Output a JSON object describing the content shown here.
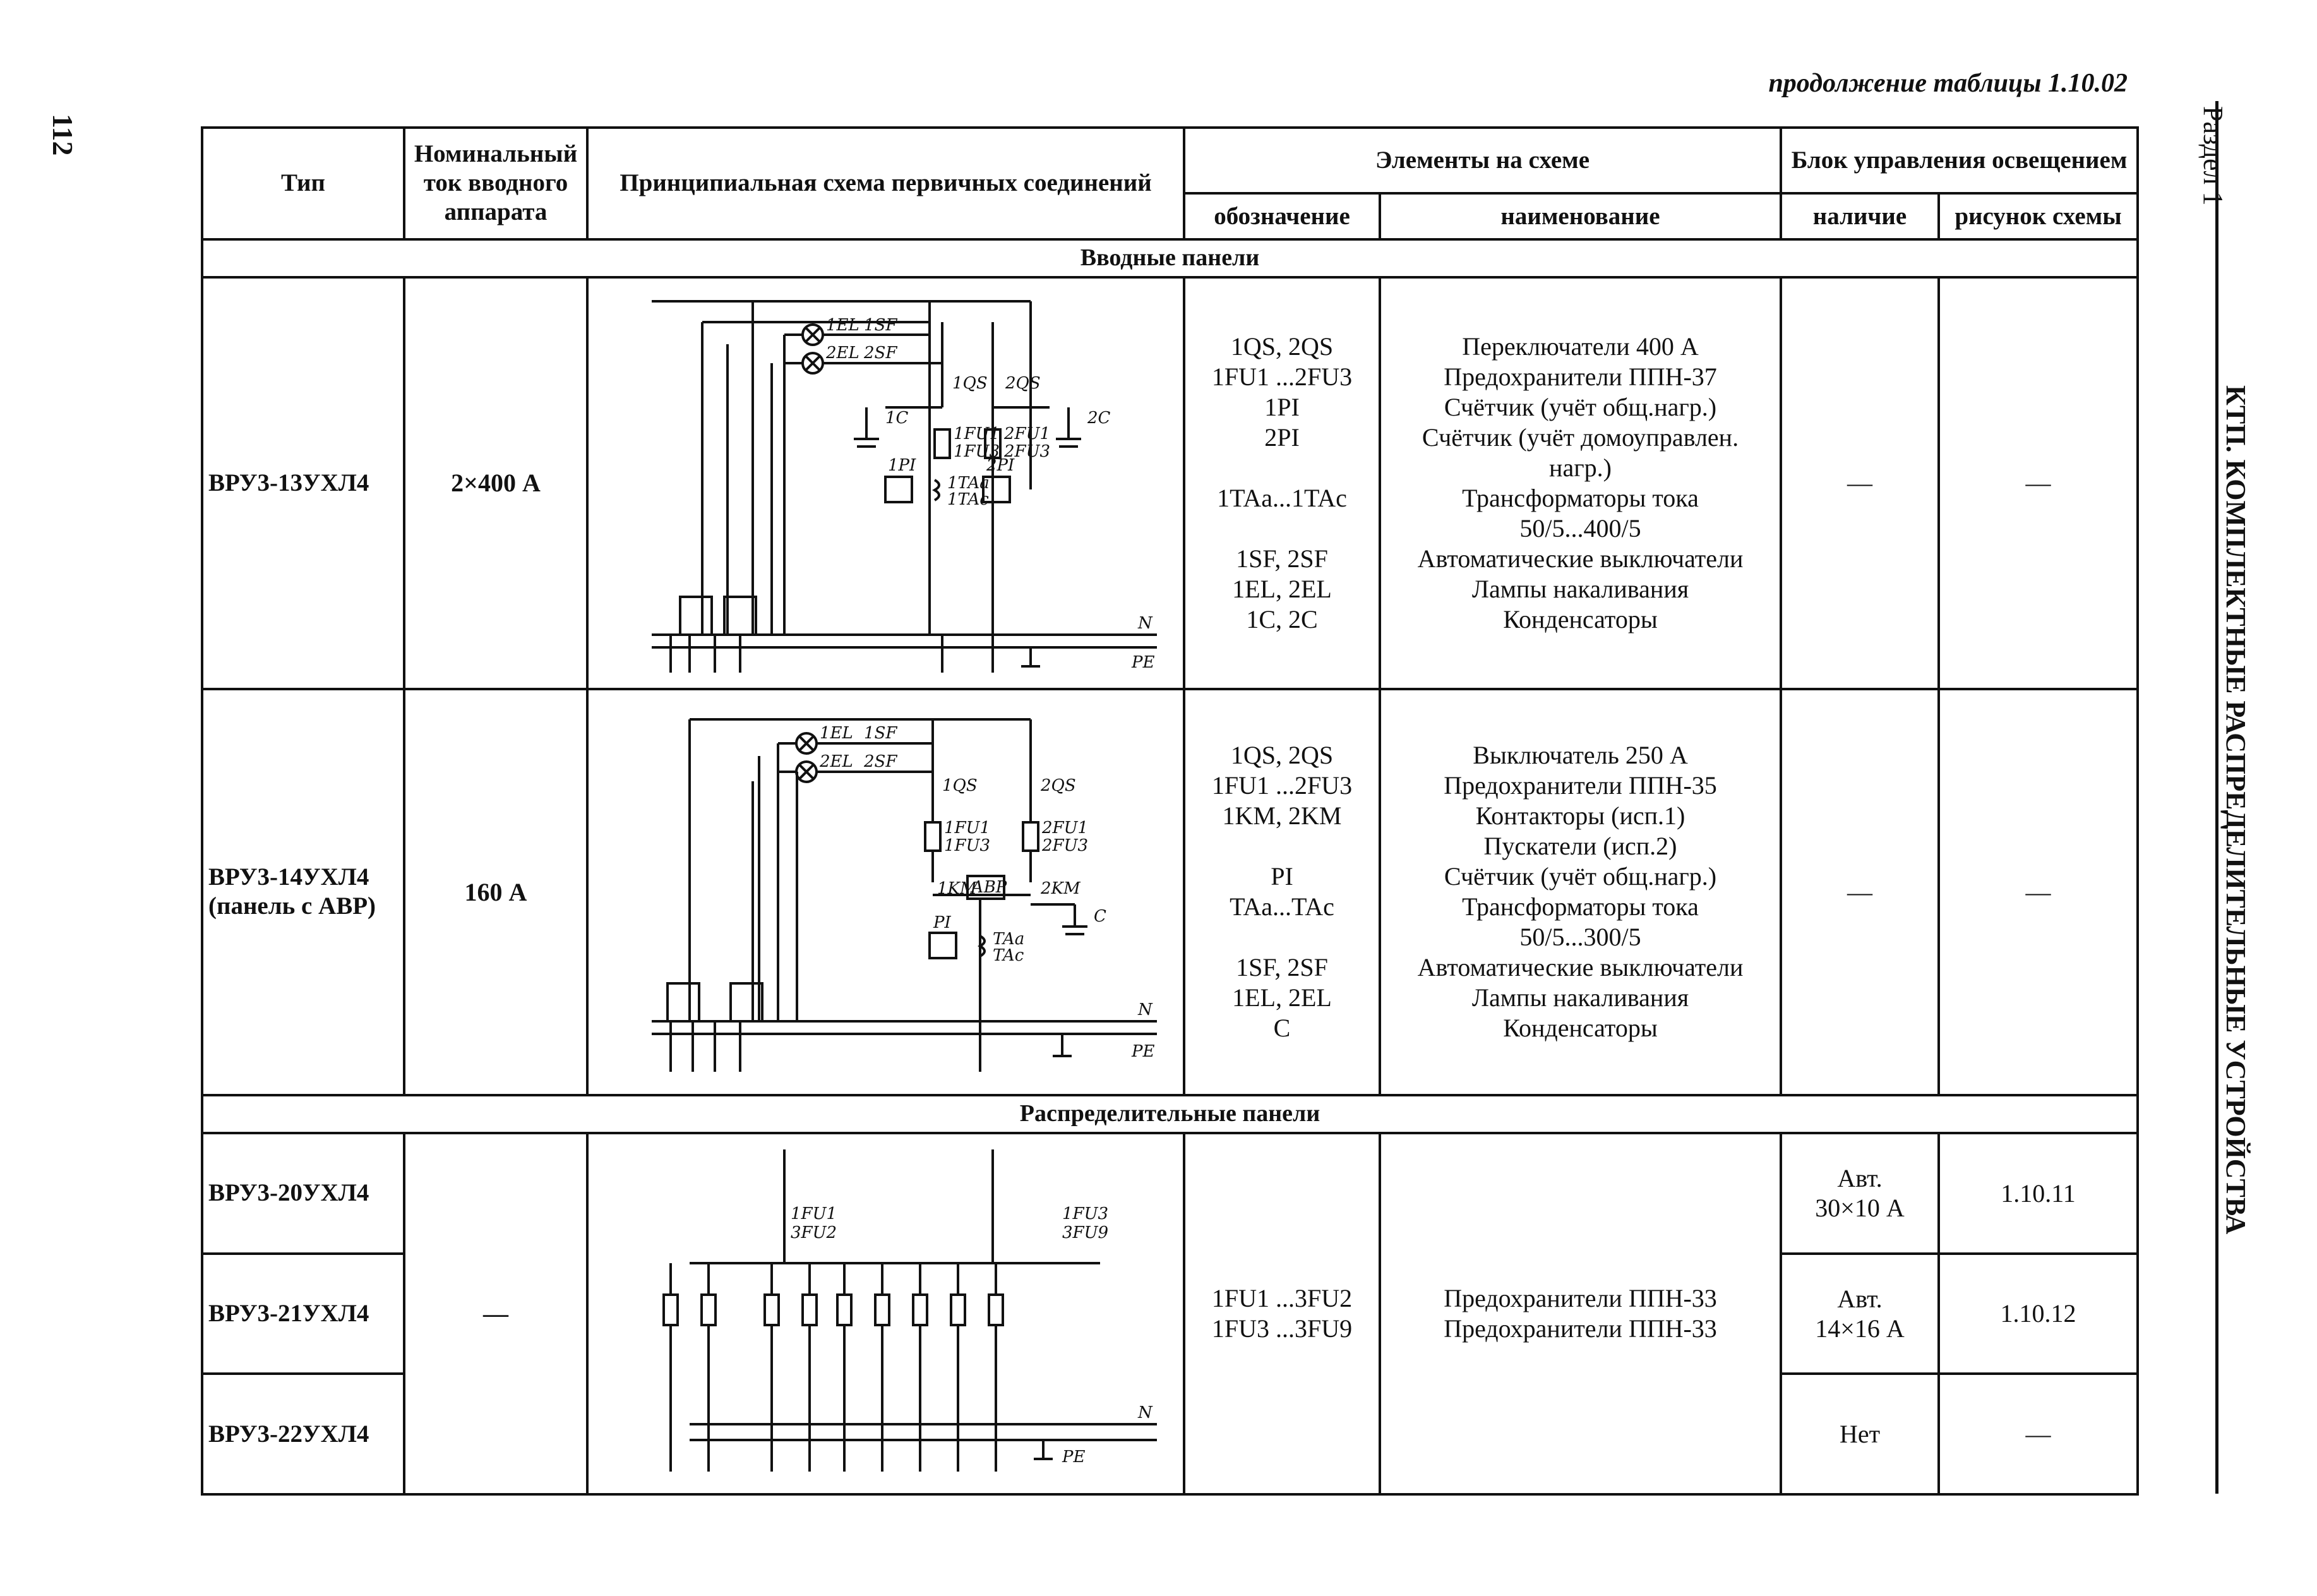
{
  "page_number": "112",
  "continuation": "продолжение таблицы 1.10.02",
  "side": {
    "section": "Раздел 1",
    "title": "КТП. КОМПЛЕКТНЫЕ РАСПРЕДЕЛИТЕЛЬНЫЕ УСТРОЙСТВА"
  },
  "headers": {
    "type": "Тип",
    "current": "Номинальный ток вводного аппарата",
    "scheme": "Принципиальная схема первичных соединений",
    "elements": "Элементы на схеме",
    "designation": "обозначение",
    "name": "наименование",
    "lighting": "Блок управления освещением",
    "presence": "наличие",
    "figure": "рисунок схемы"
  },
  "sections": {
    "input": "Вводные панели",
    "distribution": "Распределительные панели"
  },
  "rows": [
    {
      "type": "ВРУ3-13УХЛ4",
      "current": "2×400 А",
      "designations": [
        "1QS, 2QS",
        "1FU1 ...2FU3",
        "1PI",
        "2PI",
        "",
        "1TAa...1TAc",
        "",
        "1SF, 2SF",
        "1EL, 2EL",
        "1C, 2C"
      ],
      "names": [
        "Переключатели 400 А",
        "Предохранители ППН-37",
        "Счётчик (учёт общ.нагр.)",
        "Счётчик (учёт домоуправлен.",
        "нагр.)",
        "Трансформаторы тока",
        "50/5...400/5",
        "Автоматические выключатели",
        "Лампы накаливания",
        "Конденсаторы"
      ],
      "presence": "—",
      "figure": "—",
      "scheme_labels": [
        "1EL",
        "1SF",
        "2EL",
        "2SF",
        "1QS",
        "2QS",
        "1C",
        "2C",
        "1FU1",
        "1FU3",
        "2FU1",
        "2FU3",
        "1PI",
        "2PI",
        "1TAa",
        "1TAc",
        "N",
        "PE"
      ]
    },
    {
      "type": "ВРУ3-14УХЛ4",
      "type2": "(панель с АВР)",
      "current": "160 А",
      "designations": [
        "1QS, 2QS",
        "1FU1 ...2FU3",
        "1KM, 2KM",
        "",
        "PI",
        "TAa...TAc",
        "",
        "1SF, 2SF",
        "1EL, 2EL",
        "C"
      ],
      "names": [
        "Выключатель 250 А",
        "Предохранители ППН-35",
        "Контакторы (исп.1)",
        "Пускатели (исп.2)",
        "Счётчик (учёт общ.нагр.)",
        "Трансформаторы тока",
        "50/5...300/5",
        "Автоматические выключатели",
        "Лампы накаливания",
        "Конденсаторы"
      ],
      "presence": "—",
      "figure": "—",
      "scheme_labels": [
        "1EL",
        "1SF",
        "2EL",
        "2SF",
        "1QS",
        "2QS",
        "1FU1",
        "1FU3",
        "2FU1",
        "2FU3",
        "1KM",
        "АВР",
        "2KM",
        "C",
        "PI",
        "TAa",
        "TAc",
        "N",
        "PE"
      ]
    }
  ],
  "distribution": {
    "types": [
      "ВРУ3-20УХЛ4",
      "ВРУ3-21УХЛ4",
      "ВРУ3-22УХЛ4"
    ],
    "current": "—",
    "designations": [
      "1FU1 ...3FU2",
      "1FU3 ...3FU9"
    ],
    "names": [
      "Предохранители ППН-33",
      "Предохранители ППН-33"
    ],
    "presence": [
      [
        "Авт.",
        "30×10 А"
      ],
      [
        "Авт.",
        "14×16 А"
      ],
      [
        "Нет"
      ]
    ],
    "figures": [
      "1.10.11",
      "1.10.12",
      "—"
    ],
    "scheme_labels": [
      "1FU1",
      "3FU2",
      "1FU3",
      "3FU9",
      "N",
      "PE"
    ]
  }
}
